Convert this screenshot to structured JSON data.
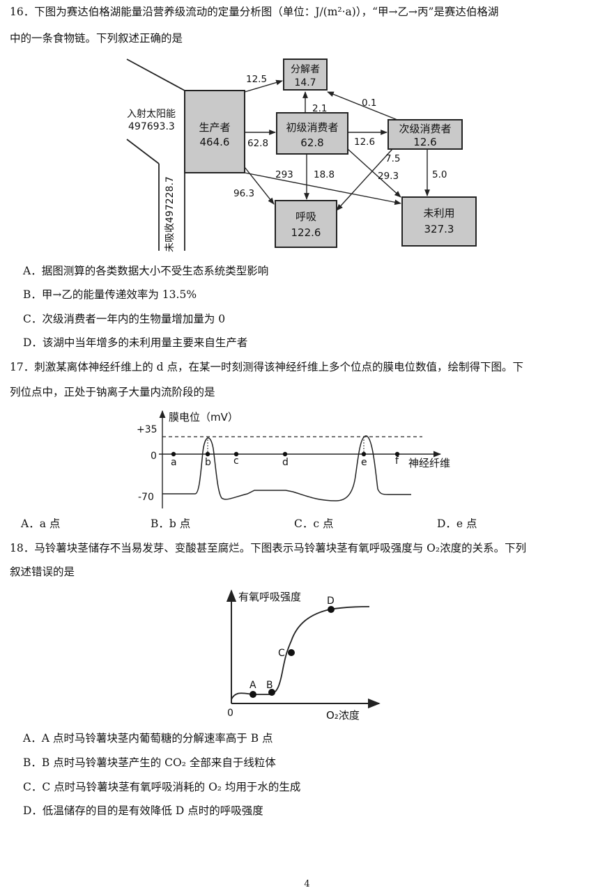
{
  "q16": {
    "stem_line1": "16．下图为赛达伯格湖能量沿营养级流动的定量分析图（单位：J/(m²·a)），“甲→乙→丙”是赛达伯格湖",
    "stem_line2": "中的一条食物链。下列叙述正确的是",
    "diagram": {
      "input_label": "入射太阳能",
      "input_value": "497693.3",
      "unabsorbed_label": "未吸收497228.7",
      "producer_label": "生产者",
      "producer_value": "464.6",
      "primary_label": "初级消费者",
      "primary_value": "62.8",
      "secondary_label": "次级消费者",
      "secondary_value": "12.6",
      "decomposer_label": "分解者",
      "decomposer_value": "14.7",
      "respiration_label": "呼吸",
      "respiration_value": "122.6",
      "unused_label": "未利用",
      "unused_value": "327.3",
      "flow_producer_to_decomposer": "12.5",
      "flow_primary_to_decomposer": "2.1",
      "flow_secondary_to_decomposer": "0.1",
      "flow_producer_to_primary": "62.8",
      "flow_primary_to_secondary": "12.6",
      "flow_producer_to_unused": "293",
      "flow_primary_to_respiration": "18.8",
      "flow_secondary_to_respiration": "7.5",
      "flow_primary_to_unused": "29.3",
      "flow_secondary_to_unused": "5.0",
      "flow_producer_to_respiration": "96.3"
    },
    "options": [
      "A．据图测算的各类数据大小不受生态系统类型影响",
      "B．甲→乙的能量传递效率为 13.5%",
      "C．次级消费者一年内的生物量增加量为 0",
      "D．该湖中当年增多的未利用量主要来自生产者"
    ]
  },
  "q17": {
    "stem_line1": "17．刺激某离体神经纤维上的 d 点，在某一时刻测得该神经纤维上多个位点的膜电位数值，绘制得下图。下",
    "stem_line2": "列位点中，正处于钠离子大量内流阶段的是",
    "chart": {
      "ylabel": "膜电位（mV）",
      "xlabel": "神经纤维",
      "ytick_top": "+35",
      "ytick_zero": "0",
      "ytick_bottom": "-70",
      "points": [
        "a",
        "b",
        "c",
        "d",
        "e",
        "f"
      ]
    },
    "options": [
      "A．a 点",
      "B．b 点",
      "C．c 点",
      "D．e 点"
    ]
  },
  "q18": {
    "stem_line1": "18．马铃薯块茎储存不当易发芽、变酸甚至腐烂。下图表示马铃薯块茎有氧呼吸强度与 O₂浓度的关系。下列",
    "stem_line2": "叙述错误的是",
    "chart": {
      "ylabel": "有氧呼吸强度",
      "xlabel": "O₂浓度",
      "origin": "0",
      "points": [
        "A",
        "B",
        "C",
        "D"
      ]
    },
    "options": [
      "A．A 点时马铃薯块茎内葡萄糖的分解速率高于 B 点",
      "B．B 点时马铃薯块茎产生的 CO₂ 全部来自于线粒体",
      "C．C 点时马铃薯块茎有氧呼吸消耗的 O₂ 均用于水的生成",
      "D．低温储存的目的是有效降低 D 点时的呼吸强度"
    ]
  },
  "page_number": "4"
}
